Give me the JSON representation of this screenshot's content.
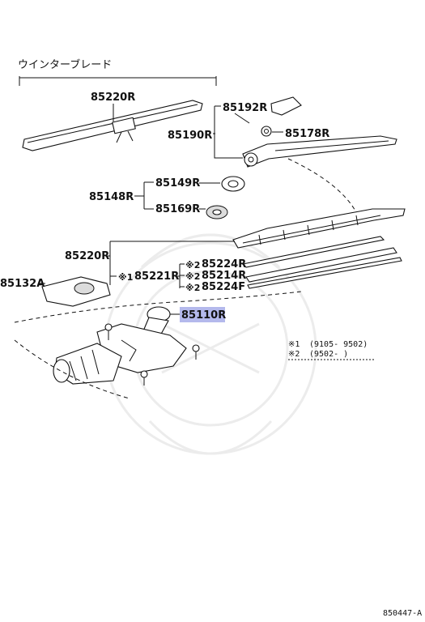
{
  "title": "ウインターブレード",
  "labels": {
    "p85220r_top": "85220R",
    "p85192r": "85192R",
    "p85190r": "85190R",
    "p85178r": "85178R",
    "p85149r": "85149R",
    "p85148r": "85148R",
    "p85169r": "85169R",
    "p85220r_mid": "85220R",
    "p85221r_mark": "※1",
    "p85221r": "85221R",
    "p85224r_mark": "※2",
    "p85224r": "85224R",
    "p85214r_mark": "※2",
    "p85214r": "85214R",
    "p85224f_mark": "※2",
    "p85224f": "85224F",
    "p85132a": "85132A",
    "p85110r": "85110R"
  },
  "highlight_color": "#b4b9ec",
  "notes": [
    {
      "mark": "※1",
      "text": "(9105- 9502)"
    },
    {
      "mark": "※2",
      "text": "(9502-      )"
    }
  ],
  "diagram_code": "850447-A"
}
